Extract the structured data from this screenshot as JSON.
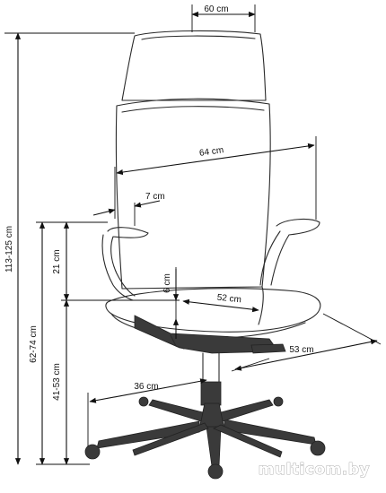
{
  "dimensions": {
    "seat_depth_top": "60 cm",
    "seat_width": "64 cm",
    "armrest_width": "7 cm",
    "armrest_height_above_seat": "21 cm",
    "total_height": "113-125 cm",
    "armrest_height": "62-74 cm",
    "seat_height": "41-53 cm",
    "seat_thickness": "6 cm",
    "inner_width": "52 cm",
    "seat_depth": "53 cm",
    "base_radius": "36 cm"
  },
  "watermark": "multicom.by"
}
